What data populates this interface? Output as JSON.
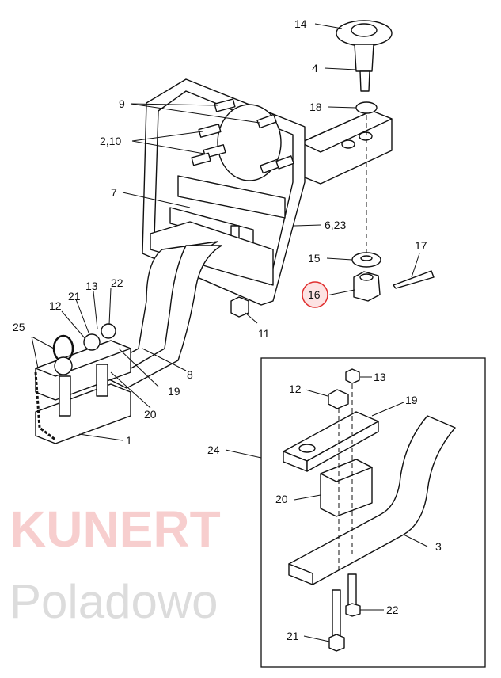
{
  "watermark": {
    "brand": "KUNERT",
    "location": "Poladowo",
    "brand_color": "#f6c6c6"
  },
  "highlight": {
    "label": "16",
    "color": "#e03030"
  },
  "labels": {
    "l14": "14",
    "l4": "4",
    "l18": "18",
    "l9": "9",
    "l2_10": "2,10",
    "l7": "7",
    "l6_23": "6,23",
    "l15": "15",
    "l16": "16",
    "l17": "17",
    "l11": "11",
    "l25": "25",
    "l12": "12",
    "l21": "21",
    "l13": "13",
    "l22": "22",
    "l8": "8",
    "l19": "19",
    "l20": "20",
    "l1": "1",
    "l24": "24"
  },
  "inset_labels": {
    "l13": "13",
    "l12": "12",
    "l19": "19",
    "l20": "20",
    "l3": "3",
    "l22": "22",
    "l21": "21"
  }
}
